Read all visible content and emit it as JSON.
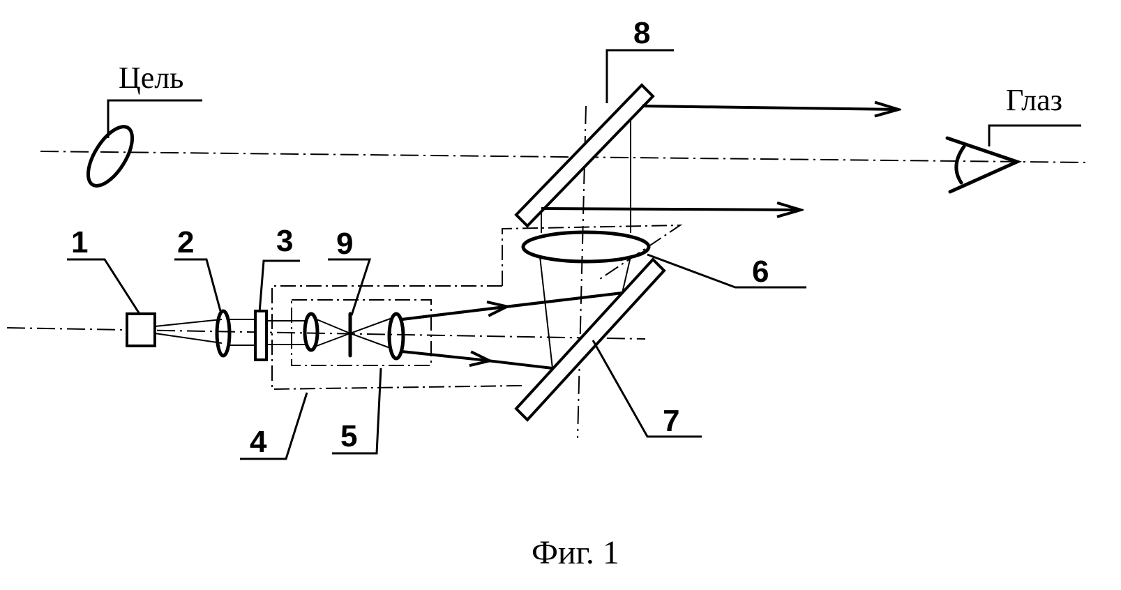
{
  "diagram": {
    "labels": {
      "target": "Цель",
      "eye": "Глаз",
      "n1": "1",
      "n2": "2",
      "n3": "3",
      "n4": "4",
      "n5": "5",
      "n6": "6",
      "n7": "7",
      "n8": "8",
      "n9": "9"
    },
    "caption": "Фиг. 1"
  }
}
